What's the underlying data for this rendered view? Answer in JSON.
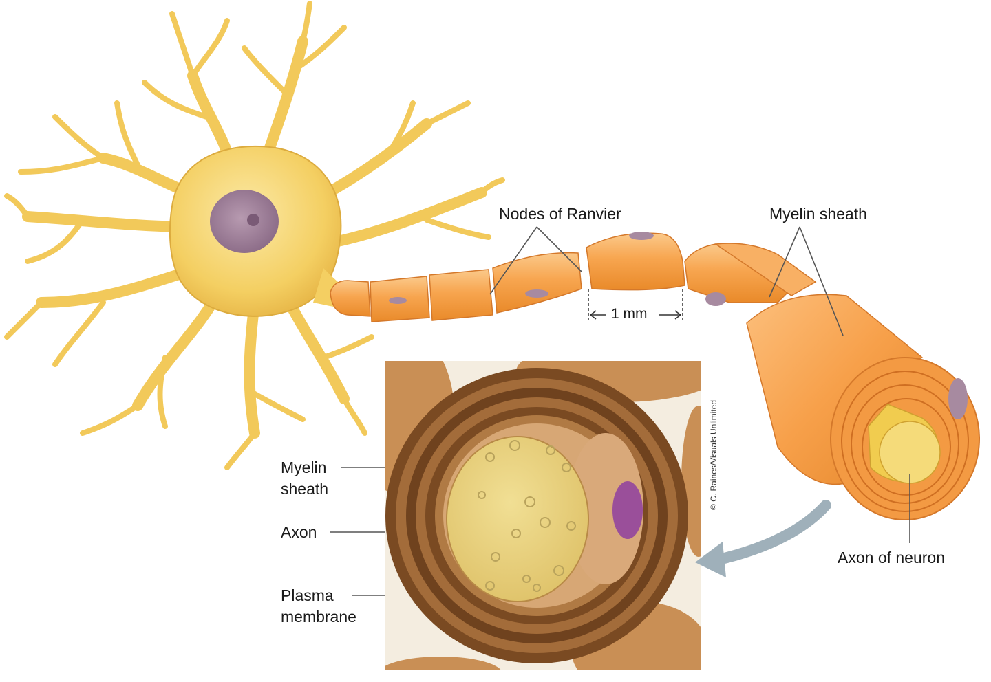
{
  "labels": {
    "nodes_of_ranvier": "Nodes of Ranvier",
    "myelin_sheath_top": "Myelin sheath",
    "scale": "1 mm",
    "myelin_sheath_inset_line1": "Myelin",
    "myelin_sheath_inset_line2": "sheath",
    "axon": "Axon",
    "plasma_membrane_line1": "Plasma",
    "plasma_membrane_line2": "membrane",
    "axon_of_neuron": "Axon of neuron"
  },
  "credit": "© C. Raines/Visuals Unlimited",
  "colors": {
    "cell_body": "#f6d36a",
    "nucleus": "#a78aa0",
    "myelin_orange": "#f7a34c",
    "axon_core": "#f3d25a",
    "micrograph_brown": "#9a6a3a"
  }
}
